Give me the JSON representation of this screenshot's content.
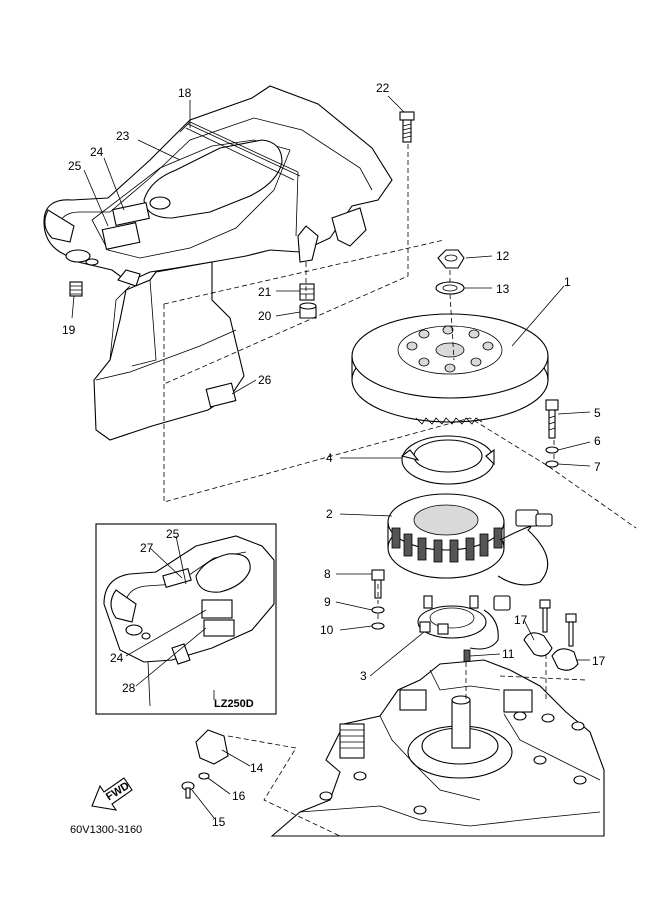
{
  "callouts": {
    "c1": "1",
    "c2": "2",
    "c3": "3",
    "c4": "4",
    "c5": "5",
    "c6": "6",
    "c7": "7",
    "c8": "8",
    "c9": "9",
    "c10": "10",
    "c11": "11",
    "c12": "12",
    "c13": "13",
    "c14": "14",
    "c15": "15",
    "c16": "16",
    "c17a": "17",
    "c17b": "17",
    "c18": "18",
    "c19": "19",
    "c20": "20",
    "c21": "21",
    "c22": "22",
    "c23": "23",
    "c24": "24",
    "c25": "25",
    "c26": "26",
    "inset24": "24",
    "inset25": "25",
    "inset27": "27",
    "inset28": "28"
  },
  "inset_model_label": "LZ250D",
  "fwd_label": "FWD",
  "diagram_code": "60V1300-3160"
}
